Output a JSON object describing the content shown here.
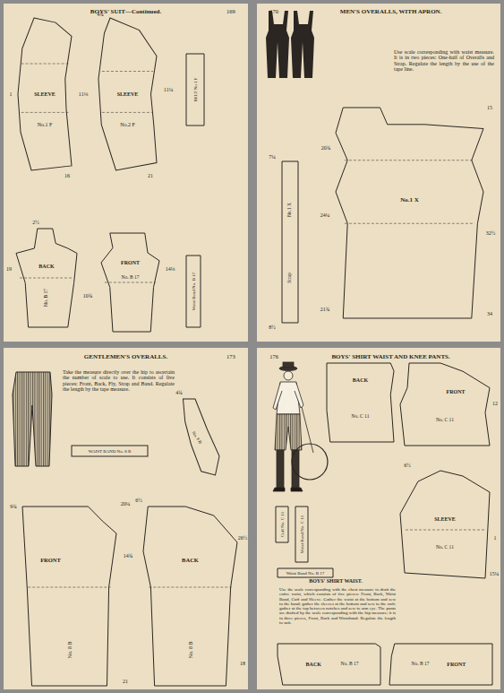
{
  "diagram": {
    "nodes": [
      {
        "text": [
          "BOYS' SUIT—Continued.",
          "169"
        ]
      },
      {
        "text": [
          "SLEEVE",
          "No.1 F"
        ],
        "in": 0
      },
      {
        "text": [
          "SLEEVE",
          "No.2 F"
        ],
        "in": 0
      },
      {
        "text": [
          "BELT No.1 F"
        ],
        "in": 0
      },
      {
        "text": [
          "BACK",
          "No. B 17"
        ],
        "in": 0
      },
      {
        "text": [
          "FRONT",
          "No. B 17"
        ],
        "in": 0
      },
      {
        "text": [
          "Waist Band No. B 17"
        ],
        "in": 0
      },
      {
        "text": [
          "MEN'S OVERALLS, WITH APRON.",
          "170"
        ]
      },
      {
        "text": [
          "No.1 X",
          "Strap"
        ],
        "in": 7
      },
      {
        "text": [
          "No.1 X"
        ],
        "in": 7
      },
      {
        "text": [
          "GENTLEMEN'S OVERALLS.",
          "173"
        ]
      },
      {
        "text": [
          "WAIST BAND No. 8 B"
        ],
        "in": 10
      },
      {
        "text": [
          "No. 8 B"
        ],
        "in": 10
      },
      {
        "text": [
          "FRONT",
          "No. 8 B"
        ],
        "in": 10
      },
      {
        "text": [
          "BACK",
          "No. 8 B"
        ],
        "in": 10
      },
      {
        "text": [
          "BOYS' SHIRT WAIST AND KNEE PANTS.",
          "176"
        ]
      },
      {
        "text": [
          "BACK",
          "No. C 11"
        ],
        "in": 15
      },
      {
        "text": [
          "FRONT",
          "No. C 11"
        ],
        "in": 15
      },
      {
        "text": [
          "Cuff No. C 11"
        ],
        "in": 15
      },
      {
        "text": [
          "Waist Band No. C 11"
        ],
        "in": 15
      },
      {
        "text": [
          "SLEEVE",
          "No. C 11"
        ],
        "in": 15
      },
      {
        "text": [
          "Waist Band No. B 17"
        ],
        "in": 15
      },
      {
        "text": [
          "BACK",
          "No. B 17"
        ],
        "in": 15
      },
      {
        "text": [
          "FRONT",
          "No. B 17"
        ],
        "in": 15
      }
    ],
    "labels": [
      "Use scale corresponding with waist measure. It is in two pieces: One-half of Overalls and Strap. Regulate the length by the use of the tape line.",
      "Take the measure directly over the hip to ascertain the number of scale to use. It consists of five pieces: Front, Back, Fly, Strap and Band. Regulate the length by the tape measure.",
      "BOYS' SHIRT WAIST.",
      "Use the scale corresponding with the chest measure to draft the entire waist, which consists of five pieces: Front, Back, Waist Band, Cuff and Sleeve. Gather the waist at the bottom and sew to the band; gather the sleeves at the bottom and sew to the cuff; gather at the top between notches and sew to arm eye. The pants are drafted by the scale corresponding with the hip measure; it is in three pieces, Front, Back and Waistband. Regulate the length to suit.",
      "1",
      "11⅛",
      "16",
      "4¾",
      "11¼",
      "21",
      "19",
      "2½",
      "14⅛",
      "10¾",
      "20¾",
      "15",
      "24¼",
      "32½",
      "21¾",
      "7¼",
      "8½",
      "34",
      "9¾",
      "20¼",
      "14¾",
      "21",
      "6½",
      "26½",
      "18",
      "4¾",
      "12",
      "6½",
      "1",
      "15¼"
    ]
  }
}
